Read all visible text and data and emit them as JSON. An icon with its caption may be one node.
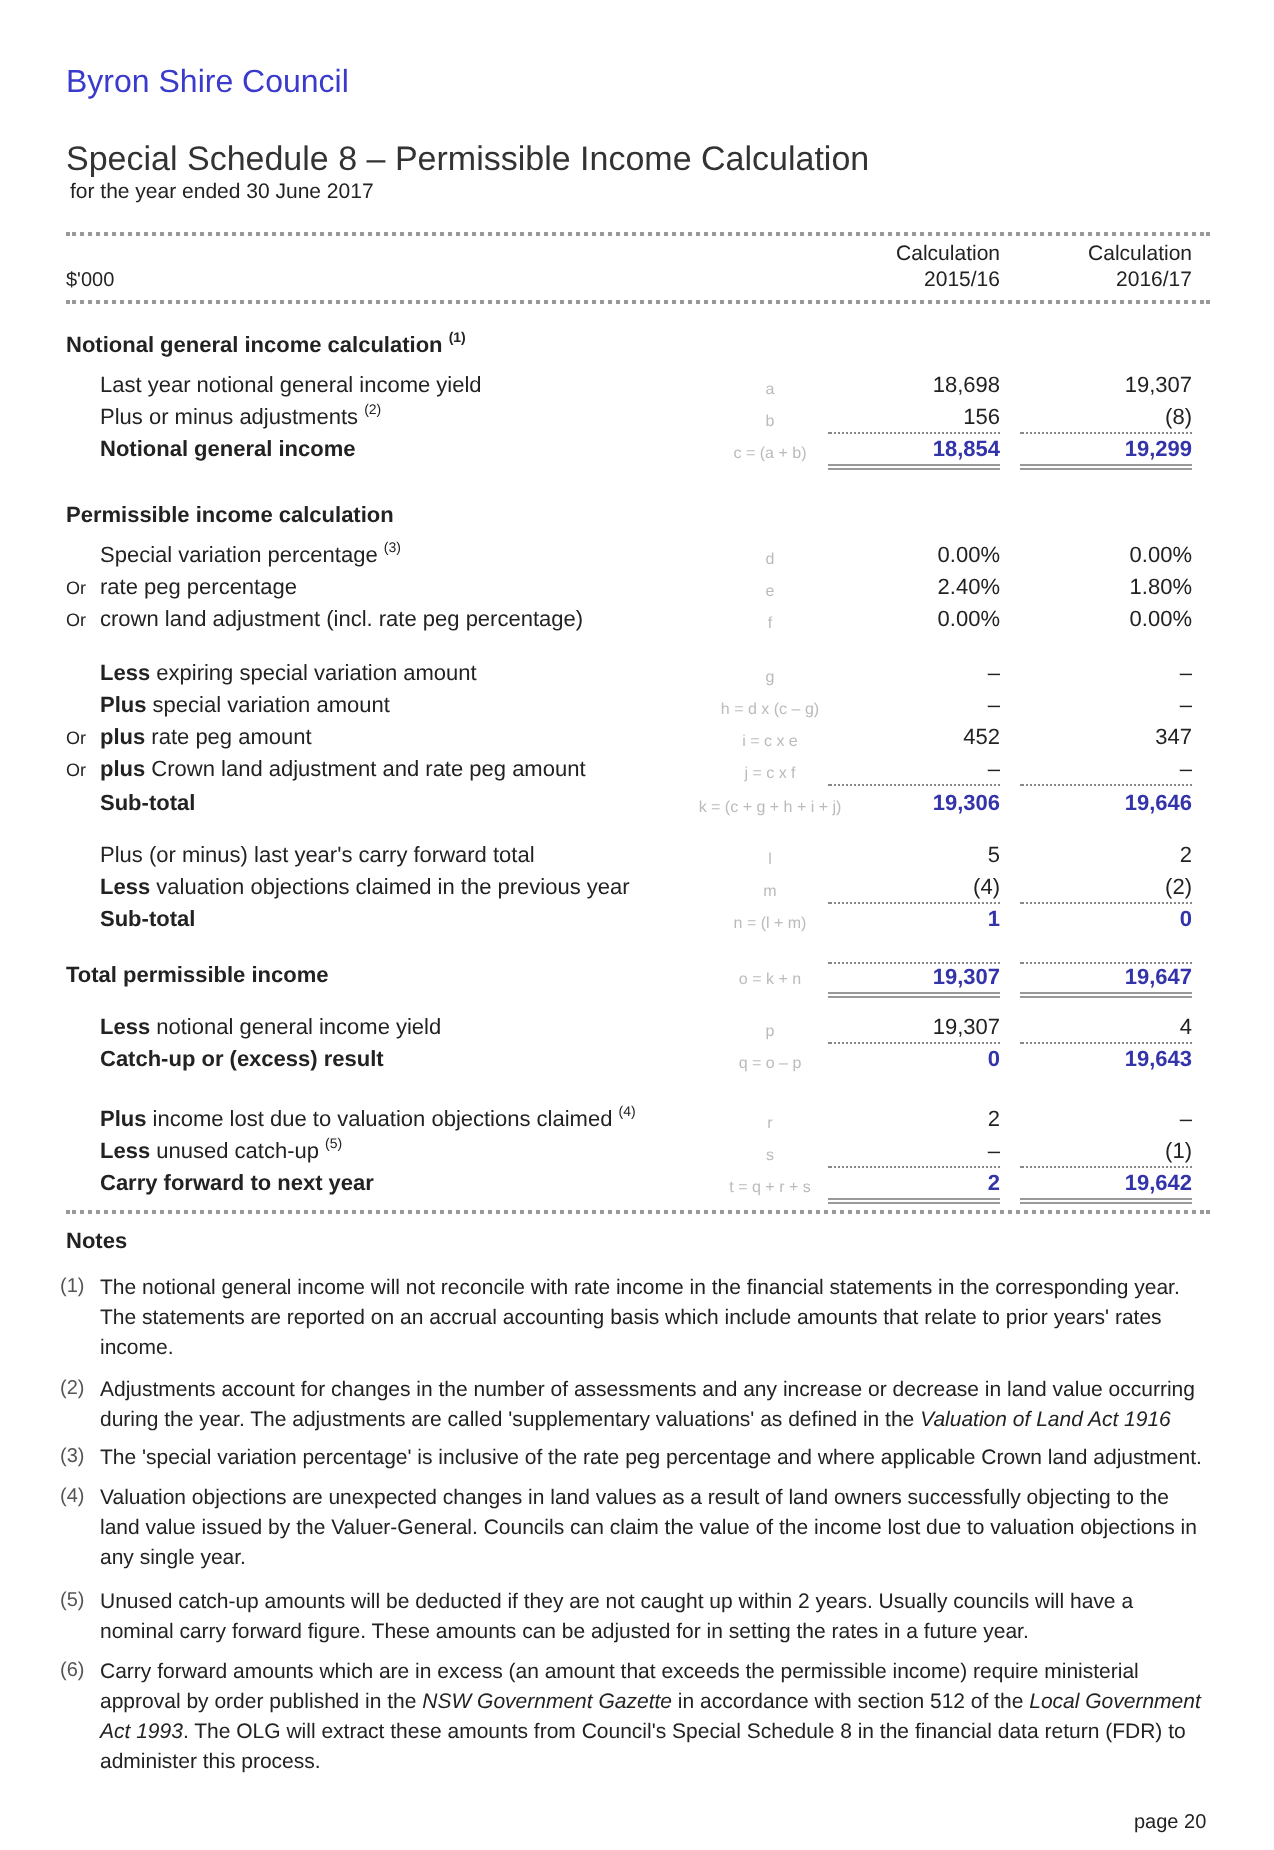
{
  "diagram": {
    "title": "Special Schedule 8 – Permissible Income Calculation",
    "labels": [
      "Byron Shire Council",
      "for the year ended 30 June 2017",
      "$'000",
      "Calculation 2015/16",
      "Calculation 2016/17",
      "Notional general income calculation $^{(1)}$",
      "Last year notional general income yield",
      "a",
      "18,698",
      "19,307",
      "Plus or minus adjustments $^{(2)}$",
      "b",
      "156",
      "(8)",
      "Notional general income",
      "c = (a + b)",
      "18,854",
      "19,299",
      "Permissible income calculation",
      "Special variation percentage $^{(3)}$",
      "d",
      "0.00%",
      "0.00%",
      "Or",
      "rate peg percentage",
      "e",
      "2.40%",
      "1.80%",
      "Or",
      "crown land adjustment (incl. rate peg percentage)",
      "f",
      "0.00%",
      "0.00%",
      "**Less** expiring special variation amount",
      "g",
      "–",
      "–",
      "**Plus** special variation amount",
      "h = d x (c – g)",
      "–",
      "–",
      "Or",
      "**plus** rate peg amount",
      "i = c x e",
      "452",
      "347",
      "Or",
      "**plus** Crown land adjustment and rate peg amount",
      "j = c x f",
      "–",
      "–",
      "Sub-total",
      "k = (c + g + h + i + j)",
      "19,306",
      "19,646",
      "Plus (or minus) last year's carry forward total",
      "l",
      "5",
      "2",
      "**Less** valuation objections claimed in the previous year",
      "m",
      "(4)",
      "(2)",
      "Sub-total",
      "n = (l + m)",
      "1",
      "0",
      "Total permissible income",
      "o = k + n",
      "19,307",
      "19,647",
      "**Less** notional general income yield",
      "p",
      "19,307",
      "4",
      "Catch-up or (excess) result",
      "q = o – p",
      "0",
      "19,643",
      "**Plus** income lost due to valuation objections claimed $^{(4)}$",
      "r",
      "2",
      "–",
      "**Less** unused catch-up $^{(5)}$",
      "s",
      "–",
      "(1)",
      "Carry forward to next year",
      "t = q + r + s",
      "2",
      "19,642",
      "Notes",
      "(1)",
      "The notional general income will not reconcile with rate income in the financial statements in the corresponding year. The statements are reported on an accrual accounting basis which include amounts that relate to prior years' rates income.",
      "(2)",
      "Adjustments account for changes in the number of assessments and any increase or decrease in land value occurring during the year. The adjustments are called 'supplementary valuations' as defined in the *Valuation of Land Act 1916*",
      "(3)",
      "The 'special variation percentage' is inclusive of the rate peg percentage and where applicable Crown land adjustment.",
      "(4)",
      "Valuation objections are unexpected changes in land values as a result of land owners successfully objecting to the land value issued by the Valuer-General. Councils can claim the value of the income lost due to valuation objections in any single year.",
      "(5)",
      "Unused catch-up amounts will be deducted if they are not caught up within 2 years. Usually councils will have a nominal carry forward figure. These amounts can be adjusted for in setting the rates in a future year.",
      "(6)",
      "Carry forward amounts which are in excess (an amount that exceeds the permissible income) require ministerial approval by order published in the *NSW Government Gazette* in accordance with section 512 of the *Local Government Act 1993*. The OLG will extract these amounts from Council's Special Schedule 8 in the financial data return (FDR) to administer this process.",
      "page 20"
    ]
  }
}
